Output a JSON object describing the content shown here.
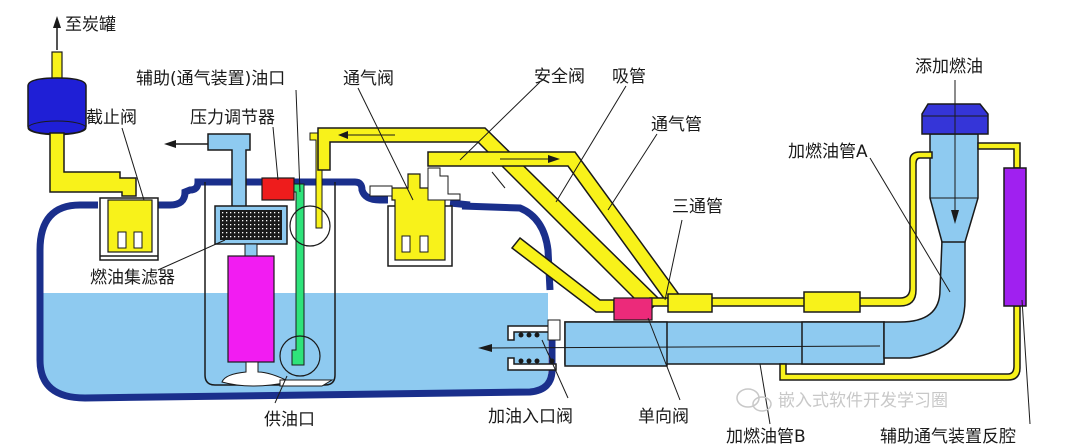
{
  "diagram": {
    "colors": {
      "tank_outline": "#1a2f8c",
      "fuel": "#8ecaf0",
      "vent_pipe": "#f8f21a",
      "canister": "#1f1fd6",
      "filler_cap": "#3535d8",
      "pressure_regulator": "#ee1c1c",
      "pump": "#f21cf2",
      "return_line": "#2ee37a",
      "check_valve": "#ec2a7a",
      "aux_vent_chamber": "#a020f0",
      "regulator_body": "#8ecaf0",
      "filter": "#1a1a1a"
    },
    "labels": {
      "to_canister": "至炭罐",
      "aux_vent_port": "辅助(通气装置)油口",
      "shutoff_valve": "截止阀",
      "pressure_regulator": "压力调节器",
      "vent_valve": "通气阀",
      "safety_valve": "安全阀",
      "suction_pipe": "吸管",
      "vent_pipe": "通气管",
      "tee_pipe": "三通管",
      "add_fuel": "添加燃油",
      "filler_pipe_a": "加燃油管A",
      "fuel_strainer": "燃油集滤器",
      "supply_port": "供油口",
      "filler_inlet_valve": "加油入口阀",
      "check_valve": "单向阀",
      "filler_pipe_b": "加燃油管B",
      "aux_vent_chamber": "辅助通气装置反腔"
    },
    "watermark": "嵌入式软件开发学习圈"
  }
}
